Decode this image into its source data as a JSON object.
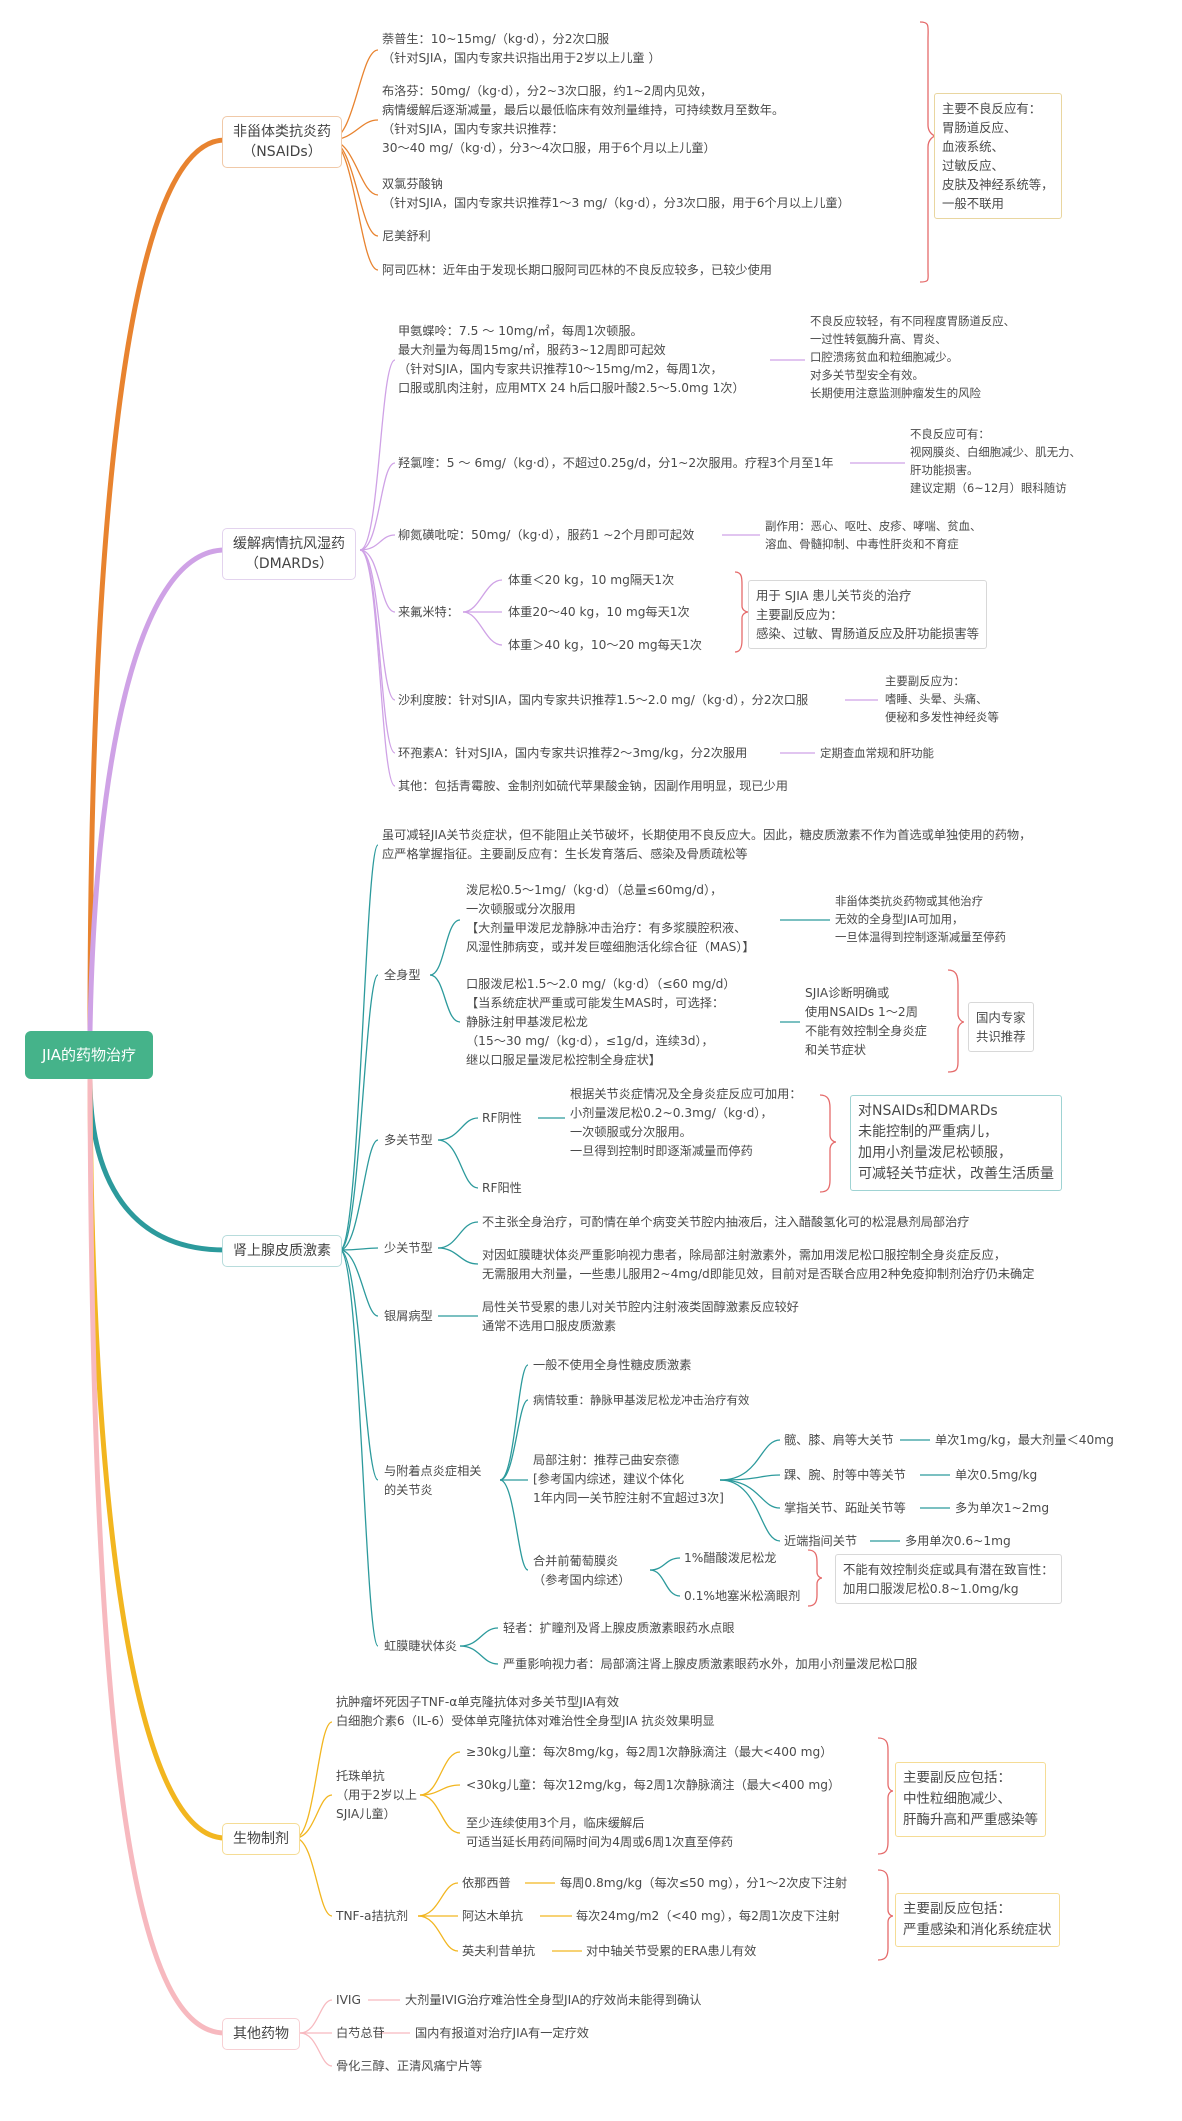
{
  "root": "JIA的药物治疗",
  "colors": {
    "nsaid": "#e8832f",
    "dmard": "#cfa2e6",
    "steroid": "#2c9a9c",
    "bio": "#f2b620",
    "other": "#f7b9bf",
    "root": "#45b38a",
    "bracket_red": "#e56b6b"
  },
  "nsaid": {
    "label": "非甾体类抗炎药\n（NSAIDs）",
    "items": [
      "萘普生：10~15mg/（kg·d），分2次口服\n（针对SJIA，国内专家共识指出用于2岁以上儿童 ）",
      "布洛芬：50mg/（kg·d），分2~3次口服，约1~2周内见效，\n病情缓解后逐渐减量，最后以最低临床有效剂量维持，可持续数月至数年。\n（针对SJIA，国内专家共识推荐：\n30～40 mg/（kg·d），分3～4次口服，用于6个月以上儿童）",
      "双氯芬酸钠\n（针对SJIA，国内专家共识推荐1～3 mg/（kg·d），分3次口服，用于6个月以上儿童）",
      "尼美舒利",
      "阿司匹林：近年由于发现长期口服阿司匹林的不良反应较多，已较少使用"
    ],
    "side": "主要不良反应有：\n胃肠道反应、\n血液系统、\n过敏反应、\n皮肤及神经系统等，\n一般不联用"
  },
  "dmard": {
    "label": "缓解病情抗风湿药\n（DMARDs）",
    "mtx": "甲氨蝶呤：7.5 ～ 10mg/㎡，每周1次顿服。\n最大剂量为每周15mg/㎡，服药3~12周即可起效\n（针对SJIA，国内专家共识推荐10～15mg/m2，每周1次，\n口服或肌肉注射，应用MTX 24 h后口服叶酸2.5～5.0mg 1次）",
    "mtx_note": "不良反应较轻，有不同程度胃肠道反应、\n一过性转氨酶升高、胃炎、\n口腔溃疡贫血和粒细胞减少。\n对多关节型安全有效。\n长期使用注意监测肿瘤发生的风险",
    "hcq": "羟氯喹：5 ～ 6mg/（kg·d），不超过0.25g/d，分1~2次服用。疗程3个月至1年",
    "hcq_note": "不良反应可有：\n视网膜炎、白细胞减少、肌无力、\n肝功能损害。\n建议定期（6~12月）眼科随访",
    "ssz": "柳氮磺吡啶：50mg/（kg·d），服药1 ~2个月即可起效",
    "ssz_note": "副作用：恶心、呕吐、皮疹、哮喘、贫血、\n溶血、骨髓抑制、中毒性肝炎和不育症",
    "lef": "来氟米特：",
    "lef_items": [
      "体重＜20 kg，10 mg隔天1次",
      "体重20～40 kg，10 mg每天1次",
      "体重＞40 kg，10～20 mg每天1次"
    ],
    "lef_box": "用于 SJIA 患儿关节炎的治疗\n主要副反应为：\n感染、过敏、胃肠道反应及肝功能损害等",
    "thal": "沙利度胺：针对SJIA，国内专家共识推荐1.5～2.0 mg/（kg·d），分2次口服",
    "thal_note": "主要副反应为：\n嗜睡、头晕、头痛、\n便秘和多发性神经炎等",
    "csa": "环孢素A：针对SJIA，国内专家共识推荐2～3mg/kg，分2次服用",
    "csa_note": "定期查血常规和肝功能",
    "other": "其他：包括青霉胺、金制剂如硫代苹果酸金钠，因副作用明显，现已少用"
  },
  "steroid": {
    "label": "肾上腺皮质激素",
    "intro": "虽可减轻JIA关节炎症状，但不能阻止关节破坏，长期使用不良反应大。因此，糖皮质激素不作为首选或单独使用的药物，\n应严格掌握指征。主要副反应有：生长发育落后、感染及骨质疏松等",
    "systemic": "全身型",
    "sys1": "泼尼松0.5～1mg/（kg·d）（总量≤60mg/d），\n一次顿服或分次服用\n【大剂量甲泼尼龙静脉冲击治疗：有多浆膜腔积液、\n风湿性肺病变，或并发巨噬细胞活化综合征（MAS）】",
    "sys1_note": "非甾体类抗炎药物或其他治疗\n无效的全身型JIA可加用，\n一旦体温得到控制逐渐减量至停药",
    "sys2": "口服泼尼松1.5～2.0 mg/（kg·d）（≤60 mg/d）\n【当系统症状严重或可能发生MAS时，可选择：\n静脉注射甲基泼尼松龙\n（15～30 mg/（kg·d），≤1g/d，连续3d），\n继以口服足量泼尼松控制全身症状】",
    "sys2_note": "SJIA诊断明确或\n使用NSAIDs 1～2周\n不能有效控制全身炎症\n和关节症状",
    "sys2_box": "国内专家\n共识推荐",
    "poly": "多关节型",
    "rf_neg": "RF阴性",
    "rf_pos": "RF阳性",
    "poly_note": "根据关节炎症情况及全身炎症反应可加用：\n小剂量泼尼松0.2~0.3mg/（kg·d），\n一次顿服或分次服用。\n一旦得到控制时即逐渐减量而停药",
    "poly_box": "对NSAIDs和DMARDs\n未能控制的严重病儿，\n加用小剂量泼尼松顿服，\n可减轻关节症状，改善生活质量",
    "oligo": "少关节型",
    "oligo1": "不主张全身治疗，可酌情在单个病变关节腔内抽液后，注入醋酸氢化可的松混悬剂局部治疗",
    "oligo2": "对因虹膜睫状体炎严重影响视力患者，除局部注射激素外，需加用泼尼松口服控制全身炎症反应，\n无需服用大剂量，一些患儿服用2~4mg/d即能见效，目前对是否联合应用2种免疫抑制剂治疗仍未确定",
    "silver": "银屑病型",
    "silver_note": "局性关节受累的患儿对关节腔内注射液类固醇激素反应较好\n通常不选用口服皮质激素",
    "ers": "与附着点炎症相关\n的关节炎",
    "ers1": "一般不使用全身性糖皮质激素",
    "ers2": "病情较重：静脉甲基泼尼松龙冲击治疗有效",
    "ers3": "局部注射：推荐己曲安奈德\n[参考国内综述，建议个体化\n1年内同一关节腔注射不宜超过3次]",
    "joints": [
      {
        "j": "髋、膝、肩等大关节",
        "d": "单次1mg/kg，最大剂量＜40mg"
      },
      {
        "j": "踝、腕、肘等中等关节",
        "d": "单次0.5mg/kg"
      },
      {
        "j": "掌指关节、跖趾关节等",
        "d": "多为单次1~2mg"
      },
      {
        "j": "近端指间关节",
        "d": "多用单次0.6~1mg"
      }
    ],
    "uveitis": "合并前葡萄膜炎\n（参考国内综述）",
    "uv1": "1%醋酸泼尼松龙",
    "uv2": "0.1%地塞米松滴眼剂",
    "uv_box": "不能有效控制炎症或具有潜在致盲性：\n加用口服泼尼松0.8~1.0mg/kg",
    "iris": "虹膜睫状体炎",
    "iris1": "轻者：扩瞳剂及肾上腺皮质激素眼药水点眼",
    "iris2": "严重影响视力者：局部滴注肾上腺皮质激素眼药水外，加用小剂量泼尼松口服"
  },
  "bio": {
    "label": "生物制剂",
    "intro": "抗肿瘤坏死因子TNF-α单克隆抗体对多关节型JIA有效\n白细胞介素6（IL-6）受体单克隆抗体对难治性全身型JIA 抗炎效果明显",
    "toc": "托珠单抗\n（用于2岁以上\nSJIA儿童）",
    "toc1": "≥30kg儿童：每次8mg/kg，每2周1次静脉滴注（最大<400 mg）",
    "toc2": "<30kg儿童：每次12mg/kg，每2周1次静脉滴注（最大<400 mg）",
    "toc3": "至少连续使用3个月，临床缓解后\n可适当延长用药间隔时间为4周或6周1次直至停药",
    "toc_box": "主要副反应包括：\n中性粒细胞减少、\n肝酶升高和严重感染等",
    "tnf": "TNF-a拮抗剂",
    "etn": "依那西普",
    "etn_d": "每周0.8mg/kg（每次≤50 mg），分1～2次皮下注射",
    "ada": "阿达木单抗",
    "ada_d": "每次24mg/m2（<40 mg），每2周1次皮下注射",
    "ifx": "英夫利昔单抗",
    "ifx_d": "对中轴关节受累的ERA患儿有效",
    "tnf_box": "主要副反应包括：\n严重感染和消化系统症状"
  },
  "other": {
    "label": "其他药物",
    "ivig": "IVIG",
    "ivig_d": "大剂量IVIG治疗难治性全身型JIA的疗效尚未能得到确认",
    "tgp": "白芍总苷",
    "tgp_d": "国内有报道对治疗JIA有一定疗效",
    "bone": "骨化三醇、正清风痛宁片等"
  }
}
